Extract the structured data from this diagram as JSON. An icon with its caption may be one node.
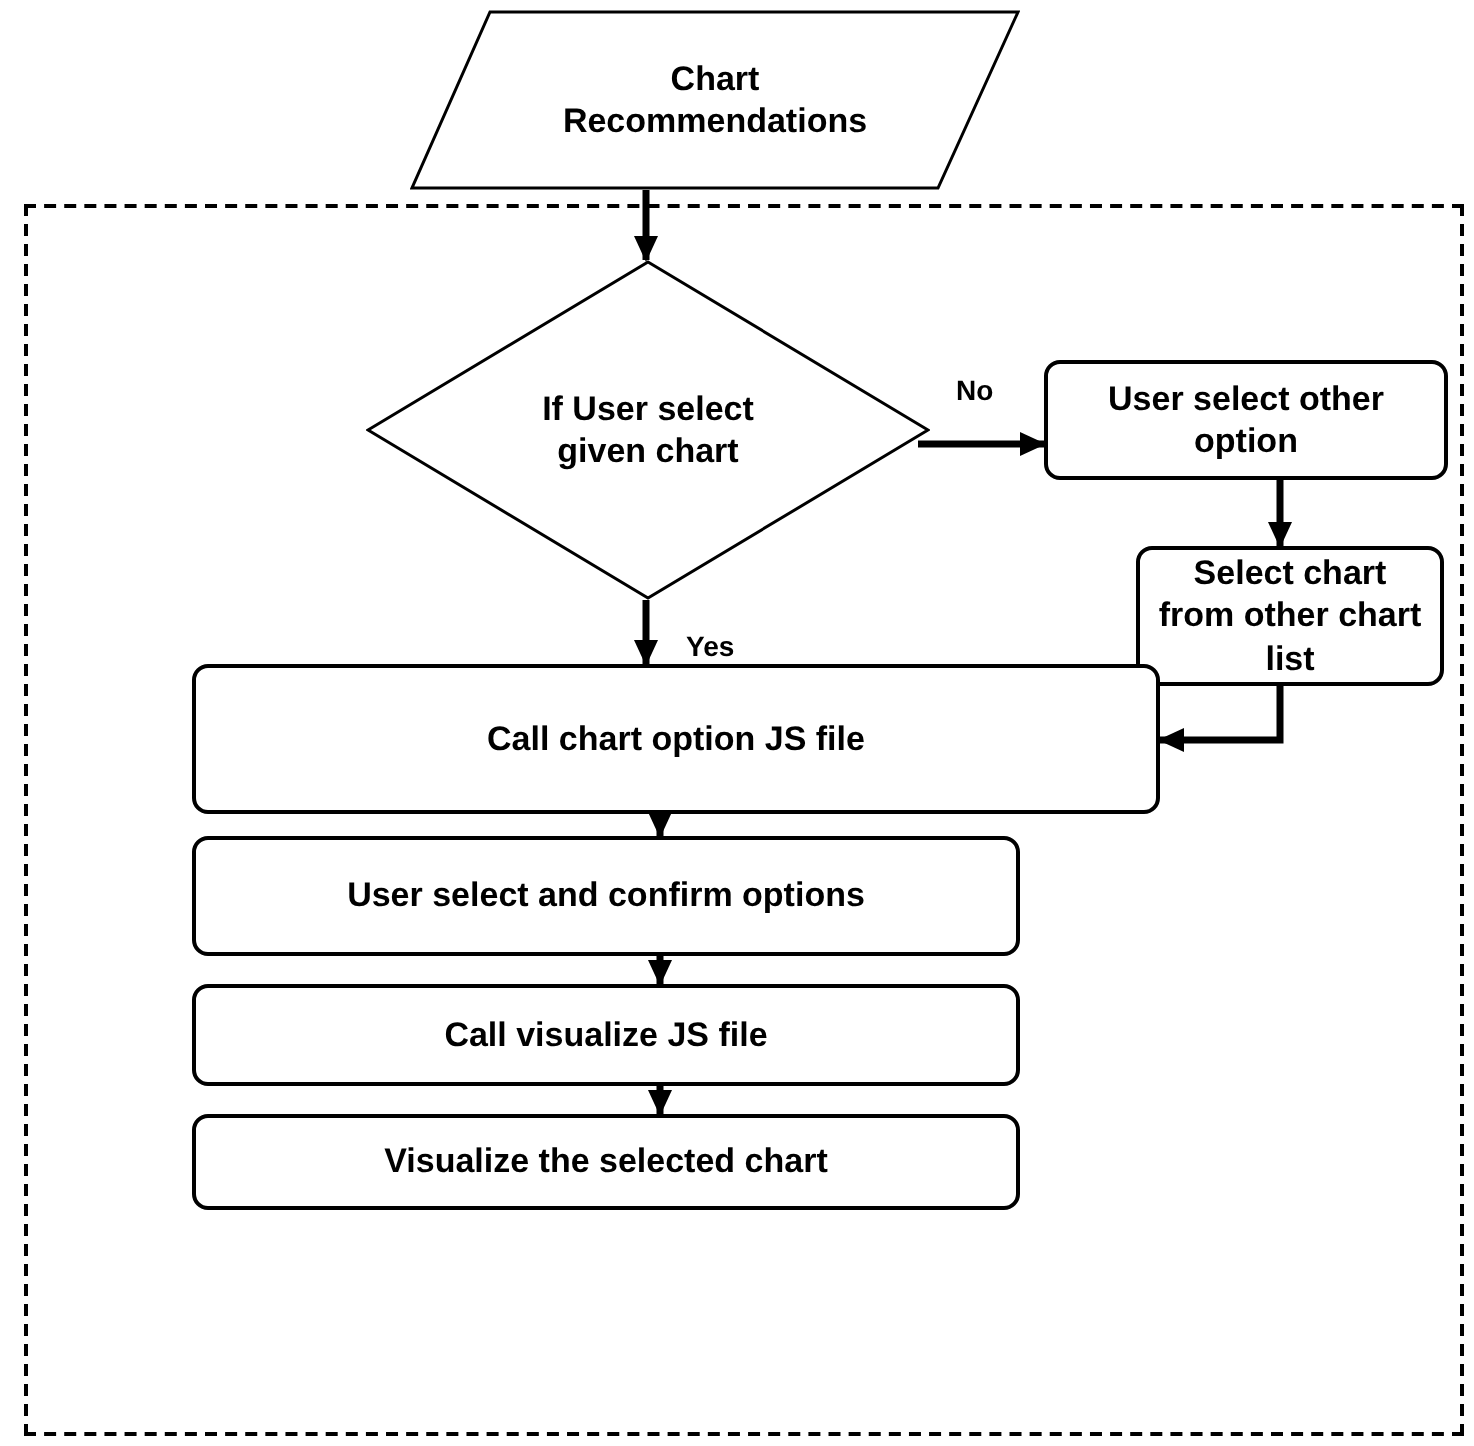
{
  "diagram": {
    "nodes": [
      {
        "text": [
          "Chart Recommendations"
        ]
      },
      {
        "text": [],
        "shape": "box"
      },
      {
        "text": [
          "If User select given chart"
        ],
        "in": 1
      },
      {
        "text": [
          "User select other option"
        ],
        "in": 1
      },
      {
        "text": [
          "Select chart from other chart list"
        ],
        "in": 1
      },
      {
        "text": [
          "Call chart option JS file"
        ],
        "in": 1
      },
      {
        "text": [
          "User select and confirm options"
        ],
        "in": 1
      },
      {
        "text": [
          "Call visualize JS file"
        ],
        "in": 1
      },
      {
        "text": [
          "Visualize the selected chart"
        ],
        "in": 1
      }
    ],
    "edges": [
      {
        "from": 0,
        "to": 2,
        "arrow": "to"
      },
      {
        "from": 2,
        "to": 3,
        "arrow": "to",
        "label": "No"
      },
      {
        "from": 3,
        "to": 4,
        "arrow": "to"
      },
      {
        "from": 4,
        "to": 5,
        "arrow": "to"
      },
      {
        "from": 2,
        "to": 5,
        "arrow": "to",
        "label": "Yes"
      },
      {
        "from": 5,
        "to": 6,
        "arrow": "to"
      },
      {
        "from": 6,
        "to": 7,
        "arrow": "to"
      },
      {
        "from": 7,
        "to": 8,
        "arrow": "to"
      }
    ]
  }
}
